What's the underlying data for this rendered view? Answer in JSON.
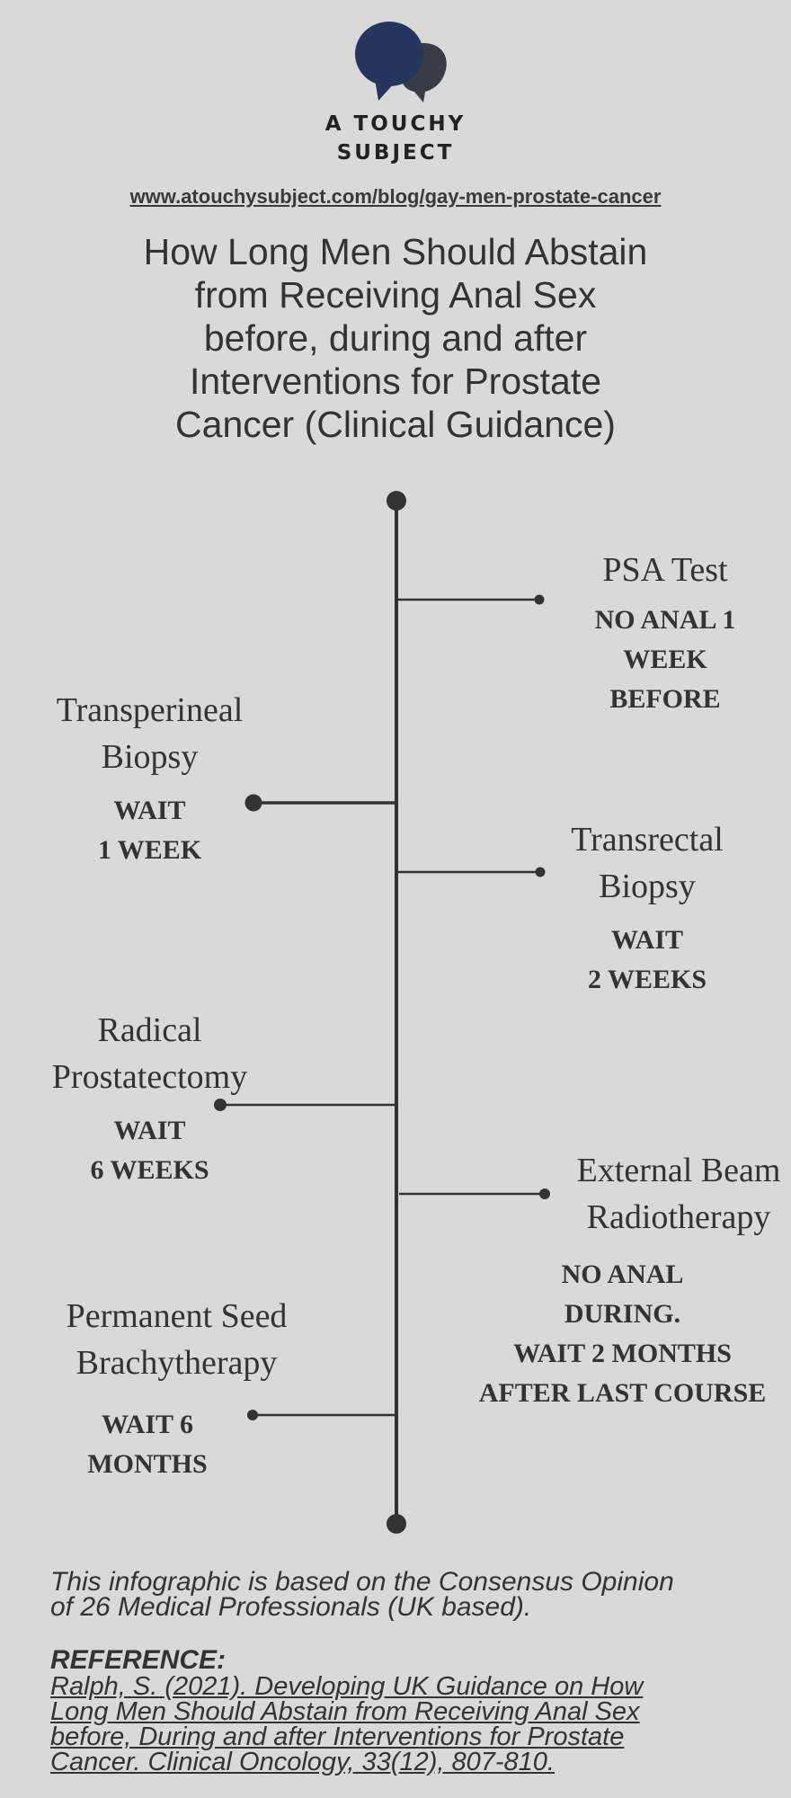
{
  "brand": {
    "line1": "A TOUCHY",
    "line2": "SUBJECT",
    "color_dark": "#25365e",
    "color_gray": "#383c47"
  },
  "url": "www.atouchysubject.com/blog/gay-men-prostate-cancer",
  "title": {
    "lines": [
      "How Long Men Should Abstain",
      "from Receiving Anal Sex",
      "before, during and after",
      "Interventions for Prostate",
      "Cancer (Clinical Guidance)"
    ]
  },
  "timeline": {
    "events": [
      {
        "title1": "PSA Test",
        "title2": "",
        "wait": [
          "NO ANAL 1",
          "WEEK",
          "BEFORE"
        ]
      },
      {
        "title1": "Transperineal",
        "title2": "Biopsy",
        "wait": [
          "WAIT",
          "1 WEEK"
        ]
      },
      {
        "title1": "Transrectal",
        "title2": "Biopsy",
        "wait": [
          "WAIT",
          "2 WEEKS"
        ]
      },
      {
        "title1": "Radical",
        "title2": "Prostatectomy",
        "wait": [
          "WAIT",
          "6 WEEKS"
        ]
      },
      {
        "title1": "External Beam",
        "title2": "Radiotherapy",
        "wait": [
          "NO ANAL",
          "DURING.",
          "WAIT 2 MONTHS",
          "AFTER LAST COURSE"
        ]
      },
      {
        "title1": "Permanent Seed",
        "title2": "Brachytherapy",
        "wait": [
          "WAIT 6",
          "MONTHS"
        ]
      }
    ]
  },
  "footer": {
    "note_line1": "This infographic is based on the Consensus Opinion",
    "note_line2": "of 26 Medical Professionals (UK based).",
    "reference_heading": "REFERENCE:",
    "reference_lines": [
      "Ralph, S. (2021). Developing UK Guidance on How",
      "Long Men Should Abstain from Receiving Anal Sex",
      "before, During and after Interventions for Prostate",
      "Cancer. Clinical Oncology, 33(12), 807-810."
    ]
  }
}
